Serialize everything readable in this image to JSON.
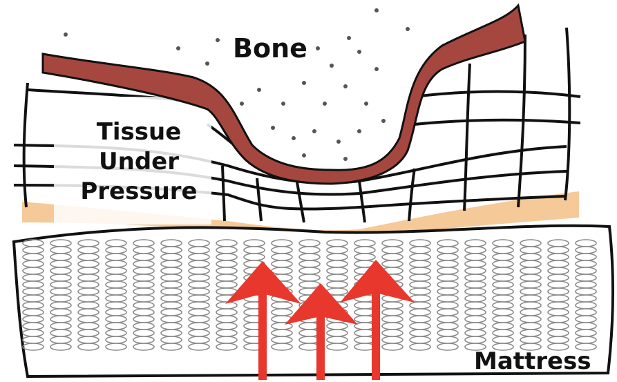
{
  "labels": {
    "bone": "Bone",
    "tissue": [
      "Tissue",
      "Under",
      "Pressure"
    ],
    "mattress": "Mattress"
  },
  "colors": {
    "bone": "#a5473f",
    "skin": "#f6c999",
    "pressure_arrows": "#e8372c",
    "lines": "#111111",
    "springs": "#8a8a8a"
  }
}
